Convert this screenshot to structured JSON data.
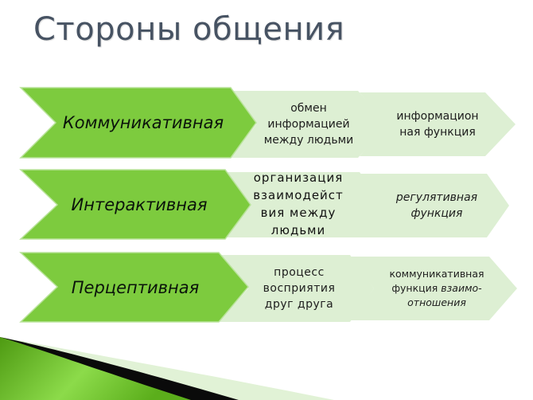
{
  "title": "Стороны общения",
  "colors": {
    "primary_green": "#7DCB3E",
    "light_green": "#DDEFD3",
    "title": "#475363"
  },
  "rows": [
    {
      "side": "Коммуникативная",
      "content": [
        "обмен",
        "информацией",
        "между людьми"
      ],
      "function": [
        "информацион",
        "ная функция"
      ]
    },
    {
      "side": "Интерактивная",
      "content": [
        "организация",
        "взаимодейст",
        "вия между",
        "людьми"
      ],
      "function": [
        "регулятивная",
        "функция"
      ]
    },
    {
      "side": "Перцептивная",
      "content": [
        "процесс",
        "восприятия",
        "друг друга"
      ],
      "function_plain": "коммуникативная",
      "function_line2_plain": "функция ",
      "function_line2_italic": "взаимо-",
      "function_line3_italic": "отношения"
    }
  ]
}
